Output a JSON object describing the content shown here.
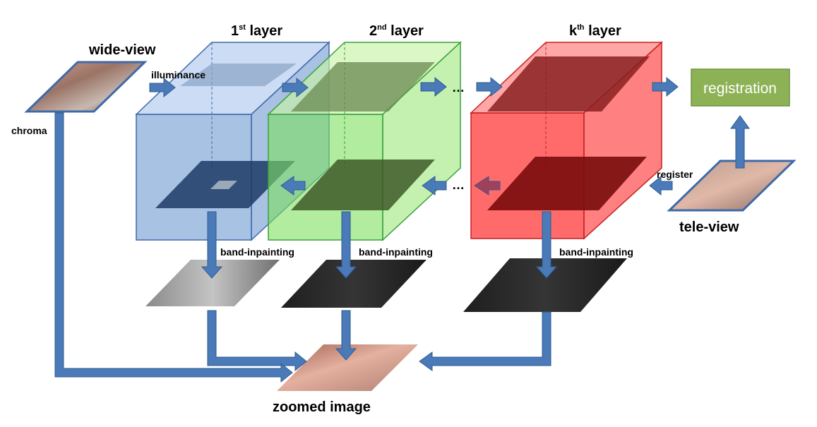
{
  "labels": {
    "wide_view": "wide-view",
    "illuminance": "illuminance",
    "chroma": "chroma",
    "layer1_base": "1",
    "layer1_sup": "st",
    "layer1_rest": " layer",
    "layer2_base": "2",
    "layer2_sup": "nd",
    "layer2_rest": " layer",
    "layerk_base": "k",
    "layerk_sup": "th",
    "layerk_rest": " layer",
    "band_inpainting_1": "band-inpainting",
    "band_inpainting_2": "band-inpainting",
    "band_inpainting_k": "band-inpainting",
    "registration": "registration",
    "register": "register",
    "tele_view": "tele-view",
    "zoomed_image": "zoomed image",
    "ellipsis_top": "…",
    "ellipsis_bottom": "…"
  },
  "colors": {
    "arrow": "#4a7ab8",
    "arrow_dark": "#2f5b92",
    "layer1": "#7aa2d6",
    "layer2": "#7fe05f",
    "layerk": "#ff2a2a",
    "registration_box": "#8db255"
  }
}
